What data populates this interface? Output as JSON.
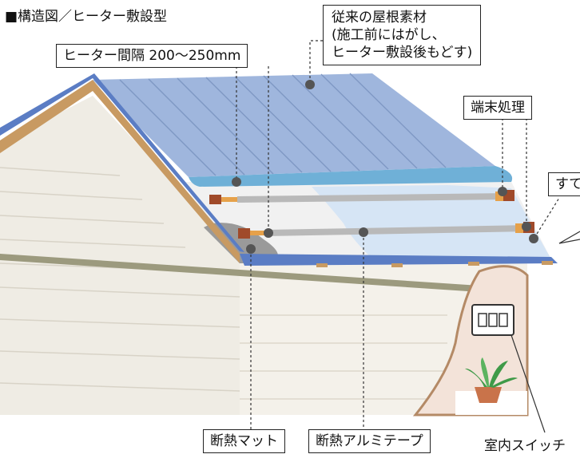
{
  "title": "■構造図／ヒーター敷設型",
  "labels": {
    "heater_spacing": "ヒーター間隔 200〜250mm",
    "roof_material_line1": "従来の屋根素材",
    "roof_material_line2": "(施工前にはがし、",
    "roof_material_line3": "ヒーター敷設後もどす)",
    "edge_treatment": "端末処理",
    "edge_partial": "すて",
    "insulation_mat": "断熱マット",
    "insulation_tape": "断熱アルミテープ",
    "indoor_switch": "室内スイッチ"
  },
  "colors": {
    "roof_metal": "#9fb6dd",
    "roof_edge": "#5b7dc4",
    "wall": "#f2efe6",
    "trim": "#c89a62",
    "insulation_sheet": "#dbe8f6",
    "heater_cap": "#a04a2a",
    "room_wall": "#f3e3d9"
  }
}
